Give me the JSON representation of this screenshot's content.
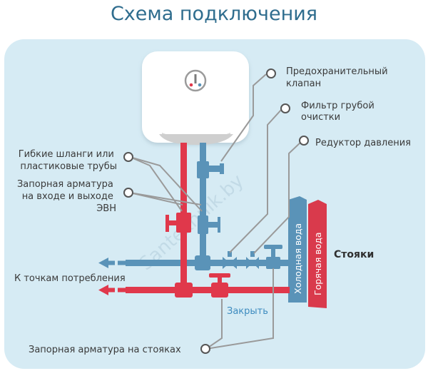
{
  "title": "Схема подключения",
  "watermark": "Santekhnik.by",
  "labels": {
    "safety_valve": [
      "Предохранительный",
      "клапан"
    ],
    "coarse_filter": [
      "Фильтр грубой",
      "очистки"
    ],
    "pressure_reducer": "Редуктор давления",
    "flexible_hoses": [
      "Гибкие шланги или",
      "пластиковые трубы"
    ],
    "shutoff_inlet_outlet": [
      "Запорная арматура",
      "на входе и выходе",
      "ЭВН"
    ],
    "to_consumers": "К точкам потребления",
    "risers": "Стояки",
    "cold_water": "Холодная вода",
    "hot_water": "Горячая вода",
    "close": "Закрыть",
    "shutoff_risers": "Запорная арматура на стояках"
  },
  "colors": {
    "cold": "#5a93b8",
    "hot": "#e0384b",
    "hot_riser": "#d93a4c",
    "leader": "#9a9a9a",
    "tank": "#ffffff",
    "panel": "#d6ebf4"
  },
  "icons": [
    "water-heater-icon",
    "valve-icon",
    "arrow-left-icon"
  ]
}
